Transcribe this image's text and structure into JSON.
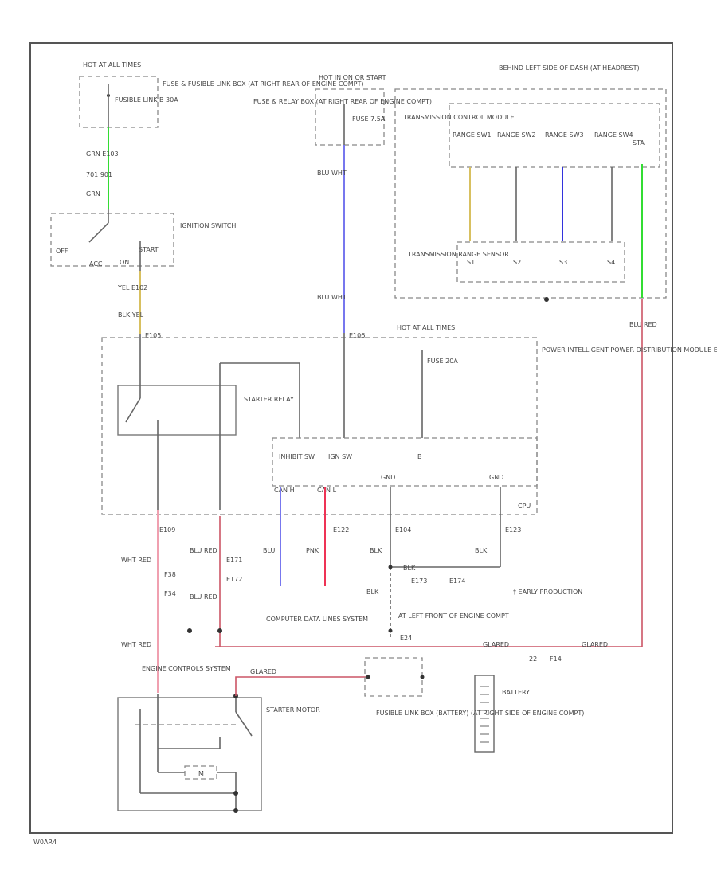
{
  "colors": {
    "green_wire": "#33dd33",
    "yellow_wire": "#d8c060",
    "blue_wire": "#7777ee",
    "dark_blue_wire": "#3333dd",
    "red_wire": "#ee3355",
    "pink_wire": "#f0a0b0",
    "wire_red": "#cc5566",
    "line": "#666666"
  },
  "labels": {
    "hot_at_all_times_1": "HOT AT ALL TIMES",
    "fusible_link_1": "FUSIBLE LINK B 30A",
    "fuse_link_box": "FUSE & FUSIBLE LINK BOX (AT RIGHT REAR OF ENGINE COMPT)",
    "grn_e103": "GRN E103",
    "conn_701": "701 901",
    "grn_2": "GRN",
    "ignition_switch": "IGNITION SWITCH",
    "off": "OFF",
    "acc": "ACC",
    "on": "ON",
    "start": "START",
    "yel_e102": "YEL E102",
    "blk_yel": "BLK YEL",
    "conn_e105": "E105",
    "hot_in_on": "HOT IN ON OR START",
    "fuse_relay_box": "FUSE & RELAY BOX (AT RIGHT REAR OF ENGINE COMPT)",
    "fuse_7": "FUSE 7.5A",
    "blu_wht_1": "BLU WHT",
    "blu_wht_2": "BLU WHT",
    "conn_e106": "E106",
    "behind_left": "BEHIND LEFT SIDE OF DASH (AT HEADREST)",
    "tcm": "TRANSMISSION CONTROL MODULE",
    "range1": "RANGE SW1",
    "range2": "RANGE SW2",
    "range3": "RANGE SW3",
    "range4": "RANGE SW4",
    "sta": "STA",
    "trs": "TRANSMISSION RANGE SENSOR",
    "s1": "S1",
    "s2": "S2",
    "s3": "S3",
    "s4": "S4",
    "blu_red_1": "BLU RED",
    "hot_at_all_times_2": "HOT AT ALL TIMES",
    "fuse_20a": "FUSE 20A",
    "ipdm": "POWER INTELLIGENT POWER DISTRIBUTION MODULE ENGINE ROOM (AT RIGHT REAR OF ENGINE COMPT)",
    "starter_relay": "STARTER RELAY",
    "inhibit_sw": "INHIBIT SW",
    "ign_sw": "IGN SW",
    "b_label": "B",
    "cpu": "CPU",
    "can_h": "CAN H",
    "can_l": "CAN L",
    "gnd_1": "GND",
    "gnd_2": "GND",
    "e109_pin": "E109",
    "e122_pin": "E122",
    "e104_pin": "E104",
    "e123_pin": "E123",
    "blu_c": "BLU",
    "pnk": "PNK",
    "blk_1": "BLK",
    "blk_2": "BLK",
    "blk_3": "BLK",
    "blk_4": "BLK",
    "wht_red_1": "WHT RED",
    "wht_red_2": "WHT RED",
    "blu_red_2": "BLU RED",
    "blu_red_3": "BLU RED",
    "f38": "F38",
    "f34": "F34",
    "e171": "E171",
    "e172": "E172",
    "e173": "E173",
    "e174": "E174",
    "computer_data": "COMPUTER DATA LINES SYSTEM",
    "left_front": "AT LEFT FRONT OF ENGINE COMPT",
    "e24": "E24",
    "early_prod": "† EARLY PRODUCTION",
    "glared": "GLARED",
    "glared_2": "GLARED",
    "glared_3": "GLARED",
    "conn_22": "22",
    "conn_f14": "F14",
    "engine_controls": "ENGINE CONTROLS SYSTEM",
    "starter_motor": "STARTER MOTOR",
    "fusible_link_box": "FUSIBLE LINK BOX (BATTERY) (AT RIGHT SIDE OF ENGINE COMPT)",
    "battery": "BATTERY",
    "m_label": "M",
    "footer_code": "W0AR4"
  }
}
